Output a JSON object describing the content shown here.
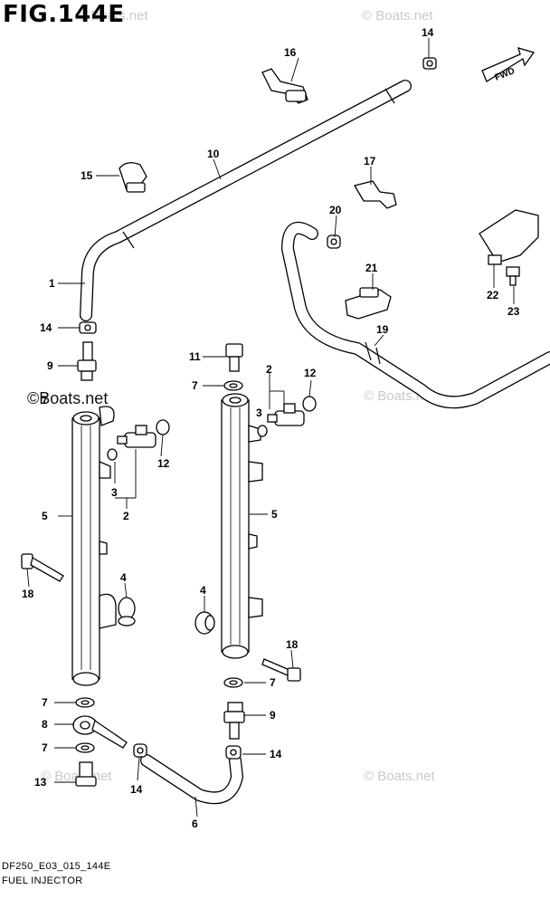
{
  "figure": {
    "title": "FIG.144E",
    "code": "DF250_E03_015_144E",
    "name": "FUEL INJECTOR"
  },
  "watermarks": {
    "site": "© Boats.net",
    "prominent": "©Boats.net"
  },
  "fwd_label": "FWD",
  "callouts": {
    "c1": "1",
    "c2a": "2",
    "c2b": "2",
    "c3a": "3",
    "c3b": "3",
    "c4a": "4",
    "c4b": "4",
    "c5a": "5",
    "c5b": "5",
    "c6": "6",
    "c7a": "7",
    "c7b": "7",
    "c7c": "7",
    "c7d": "7",
    "c7e": "7",
    "c8": "8",
    "c9a": "9",
    "c9b": "9",
    "c10": "10",
    "c11": "11",
    "c12a": "12",
    "c12b": "12",
    "c13": "13",
    "c14a": "14",
    "c14b": "14",
    "c14c": "14",
    "c14d": "14",
    "c15": "15",
    "c16": "16",
    "c17": "17",
    "c18a": "18",
    "c18b": "18",
    "c19": "19",
    "c20": "20",
    "c21": "21",
    "c22": "22",
    "c23": "23"
  }
}
